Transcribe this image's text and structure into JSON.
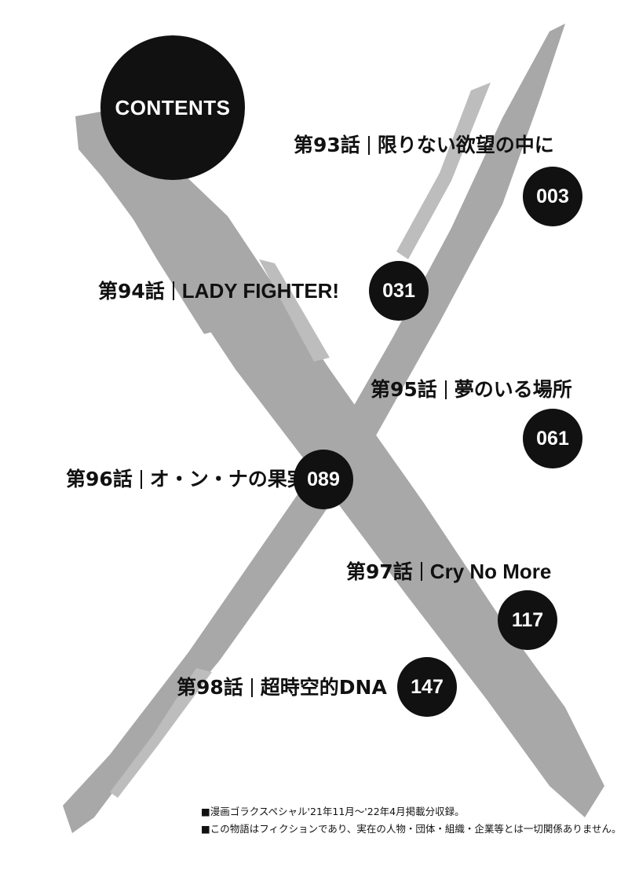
{
  "header": {
    "title": "CONTENTS"
  },
  "chapters": [
    {
      "number": "第93話",
      "title": "限りない欲望の中に",
      "page": "003"
    },
    {
      "number": "第94話",
      "title": "LADY FIGHTER!",
      "page": "031"
    },
    {
      "number": "第95話",
      "title": "夢のいる場所",
      "page": "061"
    },
    {
      "number": "第96話",
      "title": "オ・ン・ナの果実",
      "page": "089"
    },
    {
      "number": "第97話",
      "title": "Cry No More",
      "page": "117"
    },
    {
      "number": "第98話",
      "title": "超時空的DNA",
      "page": "147"
    }
  ],
  "notes": [
    "■漫画ゴラクスペシャル'21年11月〜'22年4月掲載分収録。",
    "■この物語はフィクションであり、実在の人物・団体・組織・企業等とは一切関係ありません。"
  ],
  "colors": {
    "ink": "#111111",
    "brush": "#a8a8a8",
    "paper": "#ffffff"
  }
}
